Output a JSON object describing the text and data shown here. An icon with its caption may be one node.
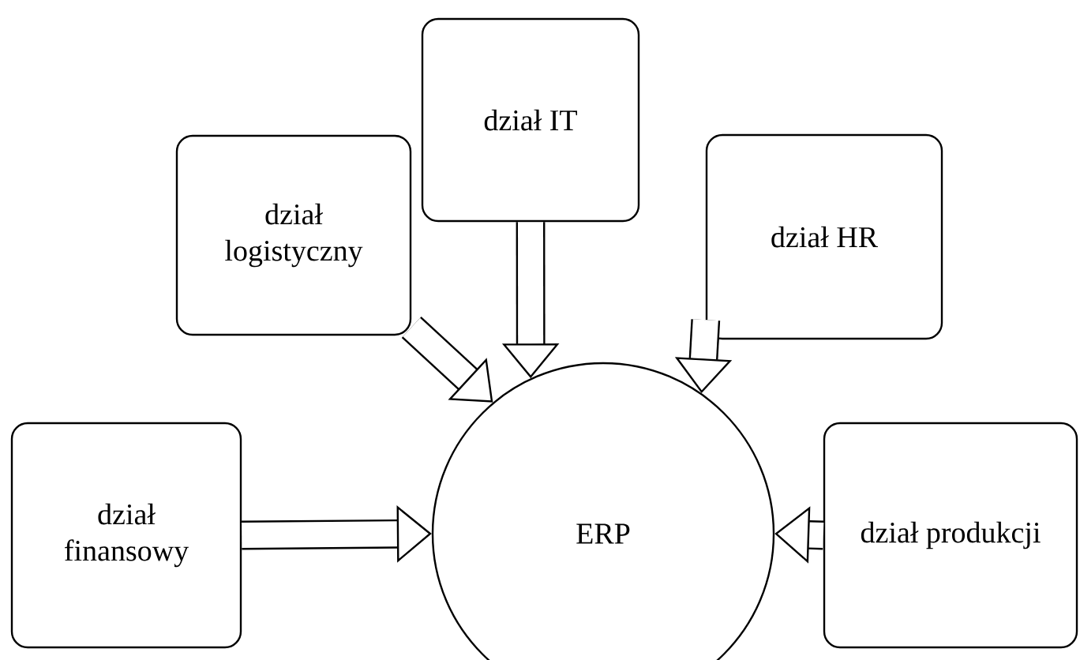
{
  "diagram": {
    "nodes": [
      {
        "text": [
          "dział logistyczny"
        ]
      },
      {
        "text": [
          "dział IT"
        ]
      },
      {
        "text": [
          "dział HR"
        ]
      },
      {
        "text": [
          "dział finansowy"
        ]
      },
      {
        "text": [
          "ERP"
        ]
      },
      {
        "text": [
          "dział produkcji"
        ]
      }
    ],
    "edges": [
      {
        "from": 0,
        "to": 4,
        "arrow": "to"
      },
      {
        "from": 1,
        "to": 4,
        "arrow": "to"
      },
      {
        "from": 2,
        "to": 4,
        "arrow": "to"
      },
      {
        "from": 3,
        "to": 4,
        "arrow": "to"
      },
      {
        "from": 5,
        "to": 4,
        "arrow": "to"
      }
    ]
  }
}
